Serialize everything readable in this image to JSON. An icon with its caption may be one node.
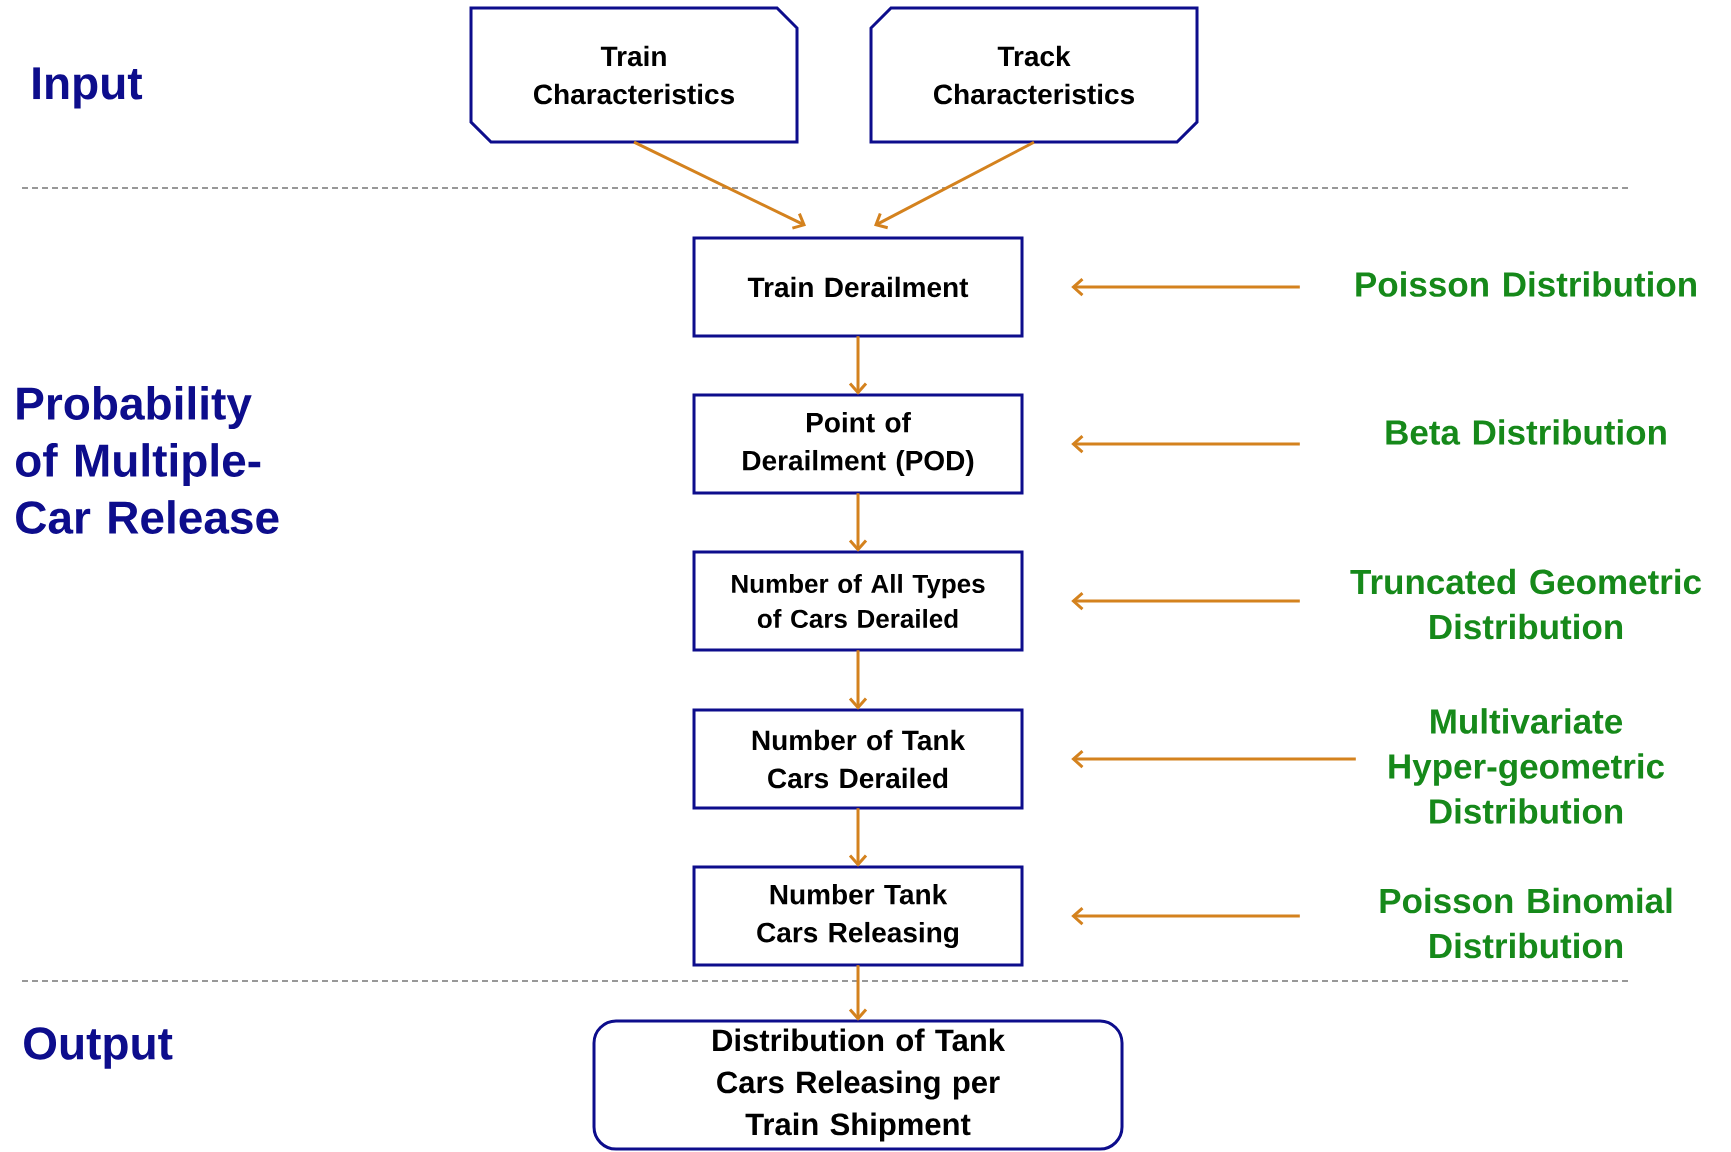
{
  "diagram": {
    "nodes": [
      {
        "text": [
          "Train Characteristics"
        ]
      },
      {
        "text": [
          "Track Characteristics"
        ]
      },
      {
        "text": [
          "Train Derailment"
        ]
      },
      {
        "text": [
          "Point of Derailment (POD)"
        ]
      },
      {
        "text": [
          "Number of All Types of Cars Derailed"
        ]
      },
      {
        "text": [
          "Number of Tank Cars Derailed"
        ]
      },
      {
        "text": [
          "Number Tank Cars Releasing"
        ]
      },
      {
        "text": [
          "Distribution of Tank Cars Releasing per Train Shipment"
        ]
      },
      {
        "text": [
          "Poisson Distribution"
        ]
      },
      {
        "text": [
          "Beta Distribution"
        ]
      },
      {
        "text": [
          "Truncated Geometric Distribution"
        ]
      },
      {
        "text": [
          "Multivariate Hyper-geometric Distribution"
        ]
      },
      {
        "text": [
          "Poisson Binomial Distribution"
        ]
      }
    ],
    "edges": [
      {
        "from": 0,
        "to": 2,
        "arrow": "to"
      },
      {
        "from": 1,
        "to": 2,
        "arrow": "to"
      },
      {
        "from": 2,
        "to": 3,
        "arrow": "to"
      },
      {
        "from": 3,
        "to": 4,
        "arrow": "to"
      },
      {
        "from": 4,
        "to": 5,
        "arrow": "to"
      },
      {
        "from": 5,
        "to": 6,
        "arrow": "to"
      },
      {
        "from": 6,
        "to": 7,
        "arrow": "to"
      },
      {
        "from": 8,
        "to": 2,
        "arrow": "to"
      },
      {
        "from": 9,
        "to": 3,
        "arrow": "to"
      },
      {
        "from": 10,
        "to": 4,
        "arrow": "to"
      },
      {
        "from": 11,
        "to": 5,
        "arrow": "to"
      },
      {
        "from": 12,
        "to": 6,
        "arrow": "to"
      }
    ],
    "labels": [
      "Input",
      "Probability of Multiple-Car Release",
      "Output"
    ]
  }
}
